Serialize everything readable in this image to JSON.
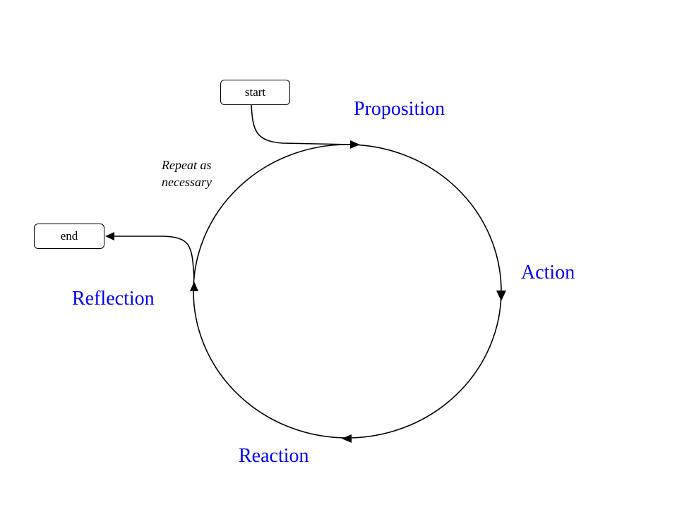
{
  "diagram": {
    "type": "cycle",
    "start_label": "start",
    "end_label": "end",
    "stages": [
      {
        "name": "Proposition"
      },
      {
        "name": "Action"
      },
      {
        "name": "Reaction"
      },
      {
        "name": "Reflection"
      }
    ],
    "loop_note_line1": "Repeat as",
    "loop_note_line2": "necessary",
    "colors": {
      "stage_text": "#0000ee",
      "lines": "#000000"
    }
  }
}
